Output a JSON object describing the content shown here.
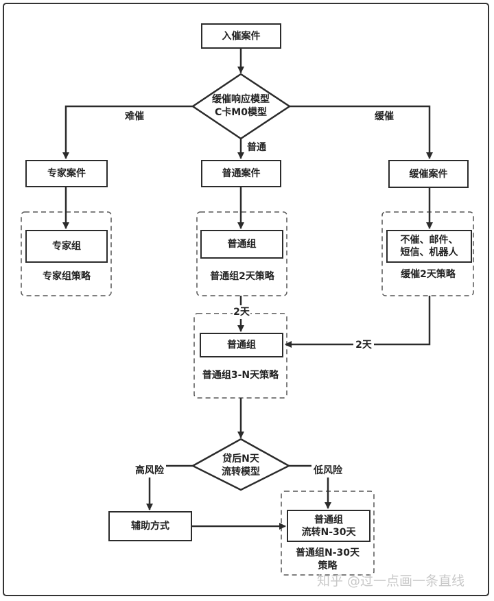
{
  "nodes": {
    "start": "入催案件",
    "model1_line1": "缓催响应模型",
    "model1_line2": "C卡M0模型",
    "expert_case": "专家案件",
    "normal_case": "普通案件",
    "slow_case": "缓催案件",
    "expert_group": "专家组",
    "normal_group": "普通组",
    "slow_actions_line1": "不催、邮件、",
    "slow_actions_line2": "短信、机器人",
    "normal_group_2": "普通组",
    "model2_line1": "贷后N天",
    "model2_line2": "流转模型",
    "assist": "辅助方式",
    "flow_group_line1": "普通组",
    "flow_group_line2": "流转N-30天"
  },
  "groups": {
    "expert_strategy": "专家组策略",
    "normal_2day_strategy": "普通组2天策略",
    "slow_2day_strategy": "缓催2天策略",
    "normal_3n_strategy": "普通组3-N天策略",
    "normal_n30_strategy_line1": "普通组N-30天",
    "normal_n30_strategy_line2": "策略"
  },
  "edges": {
    "hard": "难催",
    "normal": "普通",
    "slow": "缓催",
    "two_days_mid": "2天",
    "two_days_right": "2天",
    "high_risk": "高风险",
    "low_risk": "低风险"
  },
  "watermark": "知乎 @过一点画一条直线",
  "colors": {
    "line": "#2b2b2b",
    "watermark": "#c8c8c8"
  }
}
